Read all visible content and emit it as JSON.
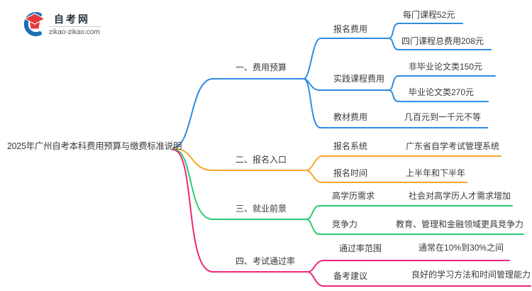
{
  "logo": {
    "site_name": "自考网",
    "site_url": "zikao-zikao.com",
    "brand_blue": "#1b6eb4",
    "brand_red": "#e23b3b"
  },
  "root": {
    "title": "2025年广州自考本科费用预算与缴费标准说明"
  },
  "branches": [
    {
      "label": "一、费用预算",
      "color": "#2e8ce2",
      "children": [
        {
          "label": "报名费用",
          "leaves": [
            "每门课程52元",
            "四门课程总费用208元"
          ]
        },
        {
          "label": "实践课程费用",
          "leaves": [
            "非毕业论文类150元",
            "毕业论文类270元"
          ]
        },
        {
          "label": "教材费用",
          "leaves": [
            "几百元到一千元不等"
          ]
        }
      ]
    },
    {
      "label": "二、报名入口",
      "color": "#f7a62a",
      "children": [
        {
          "label": "报名系统",
          "leaves": [
            "广东省自学考试管理系统"
          ]
        },
        {
          "label": "报名时间",
          "leaves": [
            "上半年和下半年"
          ]
        }
      ]
    },
    {
      "label": "三、就业前景",
      "color": "#2bcb70",
      "children": [
        {
          "label": "高学历需求",
          "leaves": [
            "社会对高学历人才需求增加"
          ]
        },
        {
          "label": "竞争力",
          "leaves": [
            "教育、管理和金融领域更具竞争力"
          ]
        }
      ]
    },
    {
      "label": "四、考试通过率",
      "color": "#f0257c",
      "children": [
        {
          "label": "通过率范围",
          "leaves": [
            "通常在10%到30%之间"
          ]
        },
        {
          "label": "备考建议",
          "leaves": [
            "良好的学习方法和时间管理能力"
          ]
        }
      ]
    }
  ]
}
